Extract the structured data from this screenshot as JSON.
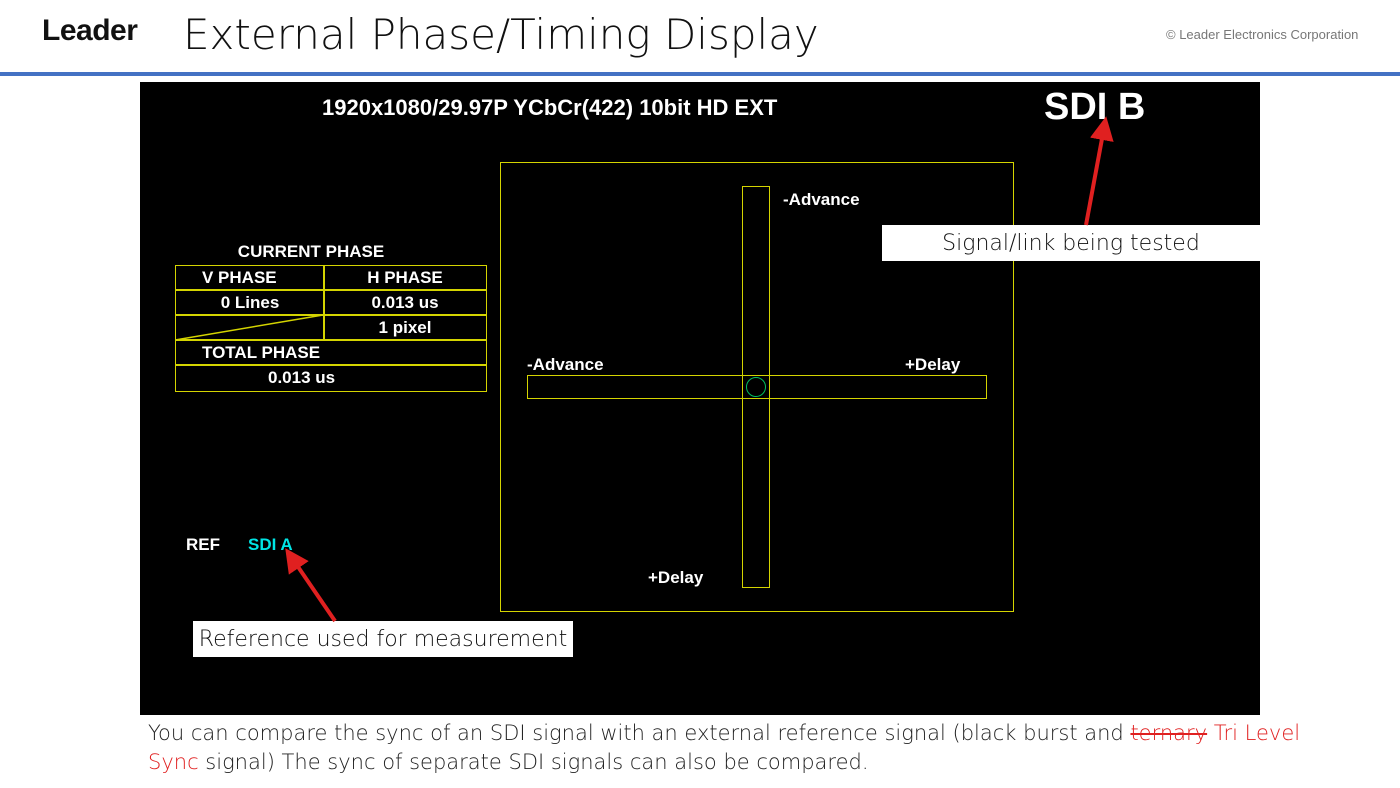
{
  "header": {
    "logo": "Leader",
    "title": "External Phase/Timing Display",
    "copyright": "© Leader Electronics Corporation"
  },
  "screen": {
    "format": "1920x1080/29.97P YCbCr(422) 10bit HD EXT",
    "signal": "SDI B",
    "table": {
      "title": "CURRENT PHASE",
      "v_header": "V PHASE",
      "h_header": "H PHASE",
      "v_value": "0 Lines",
      "h_value": "0.013 us",
      "h_pixel": "1 pixel",
      "total_header": "TOTAL PHASE",
      "total_value": "0.013 us"
    },
    "labels": {
      "top": "-Advance",
      "bottom": "+Delay",
      "left": "-Advance",
      "right": "+Delay"
    },
    "ref_label": "REF",
    "ref_value": "SDI A"
  },
  "callouts": {
    "signal": "Signal/link being tested",
    "reference": "Reference used for measurement"
  },
  "caption": {
    "part1": "You can compare the sync of an SDI signal with an external reference signal (black burst and ",
    "struck": "ternary",
    "inserted": " Tri Level Sync",
    "part2": " signal) The sync of separate SDI signals can also be compared."
  },
  "colors": {
    "accent": "#4472c4",
    "grid": "#d4d400",
    "cursor": "#00c060",
    "ref": "#00e5e5",
    "arrow": "#e02020"
  }
}
